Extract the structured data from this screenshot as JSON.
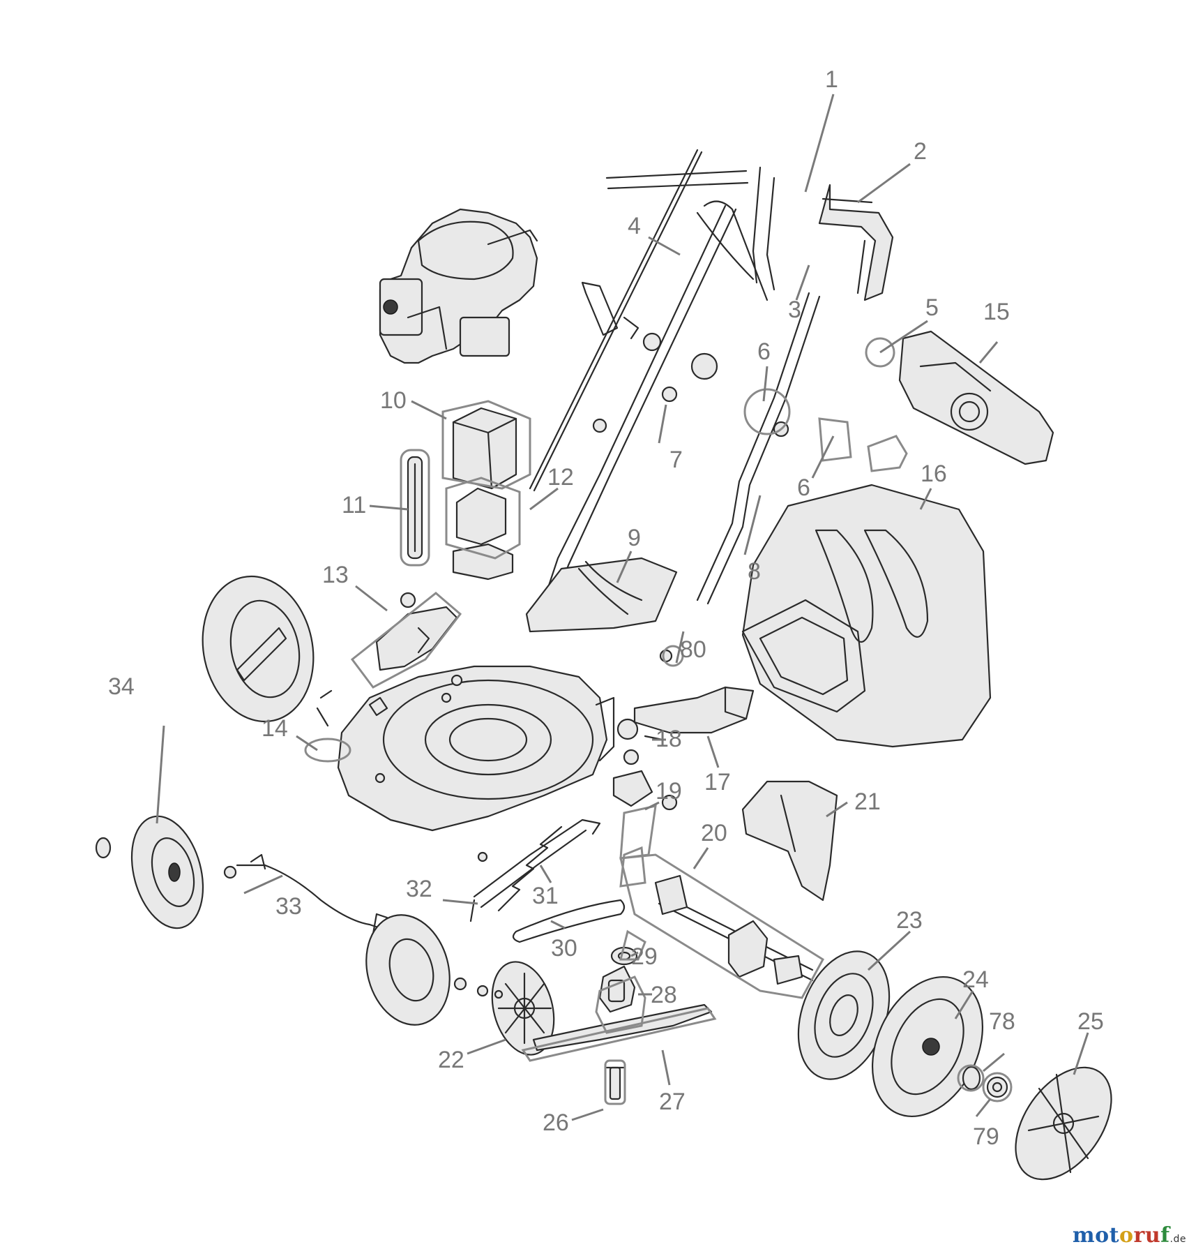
{
  "brand": {
    "part1": "mot",
    "part2": "o",
    "part3": "ru",
    "part4": "f",
    "tld": ".de"
  },
  "callouts": [
    {
      "id": "1",
      "label": "1"
    },
    {
      "id": "2",
      "label": "2"
    },
    {
      "id": "3",
      "label": "3"
    },
    {
      "id": "4",
      "label": "4"
    },
    {
      "id": "5",
      "label": "5"
    },
    {
      "id": "6a",
      "label": "6"
    },
    {
      "id": "6b",
      "label": "6"
    },
    {
      "id": "7",
      "label": "7"
    },
    {
      "id": "8",
      "label": "8"
    },
    {
      "id": "9",
      "label": "9"
    },
    {
      "id": "10",
      "label": "10"
    },
    {
      "id": "11",
      "label": "11"
    },
    {
      "id": "12",
      "label": "12"
    },
    {
      "id": "13",
      "label": "13"
    },
    {
      "id": "14",
      "label": "14"
    },
    {
      "id": "15",
      "label": "15"
    },
    {
      "id": "16",
      "label": "16"
    },
    {
      "id": "17",
      "label": "17"
    },
    {
      "id": "18",
      "label": "18"
    },
    {
      "id": "19",
      "label": "19"
    },
    {
      "id": "20",
      "label": "20"
    },
    {
      "id": "21",
      "label": "21"
    },
    {
      "id": "22",
      "label": "22"
    },
    {
      "id": "23",
      "label": "23"
    },
    {
      "id": "24",
      "label": "24"
    },
    {
      "id": "25",
      "label": "25"
    },
    {
      "id": "26",
      "label": "26"
    },
    {
      "id": "27",
      "label": "27"
    },
    {
      "id": "28",
      "label": "28"
    },
    {
      "id": "29",
      "label": "29"
    },
    {
      "id": "30",
      "label": "30"
    },
    {
      "id": "31",
      "label": "31"
    },
    {
      "id": "32",
      "label": "32"
    },
    {
      "id": "33",
      "label": "33"
    },
    {
      "id": "34",
      "label": "34"
    },
    {
      "id": "78",
      "label": "78"
    },
    {
      "id": "79",
      "label": "79"
    },
    {
      "id": "80",
      "label": "80"
    }
  ]
}
